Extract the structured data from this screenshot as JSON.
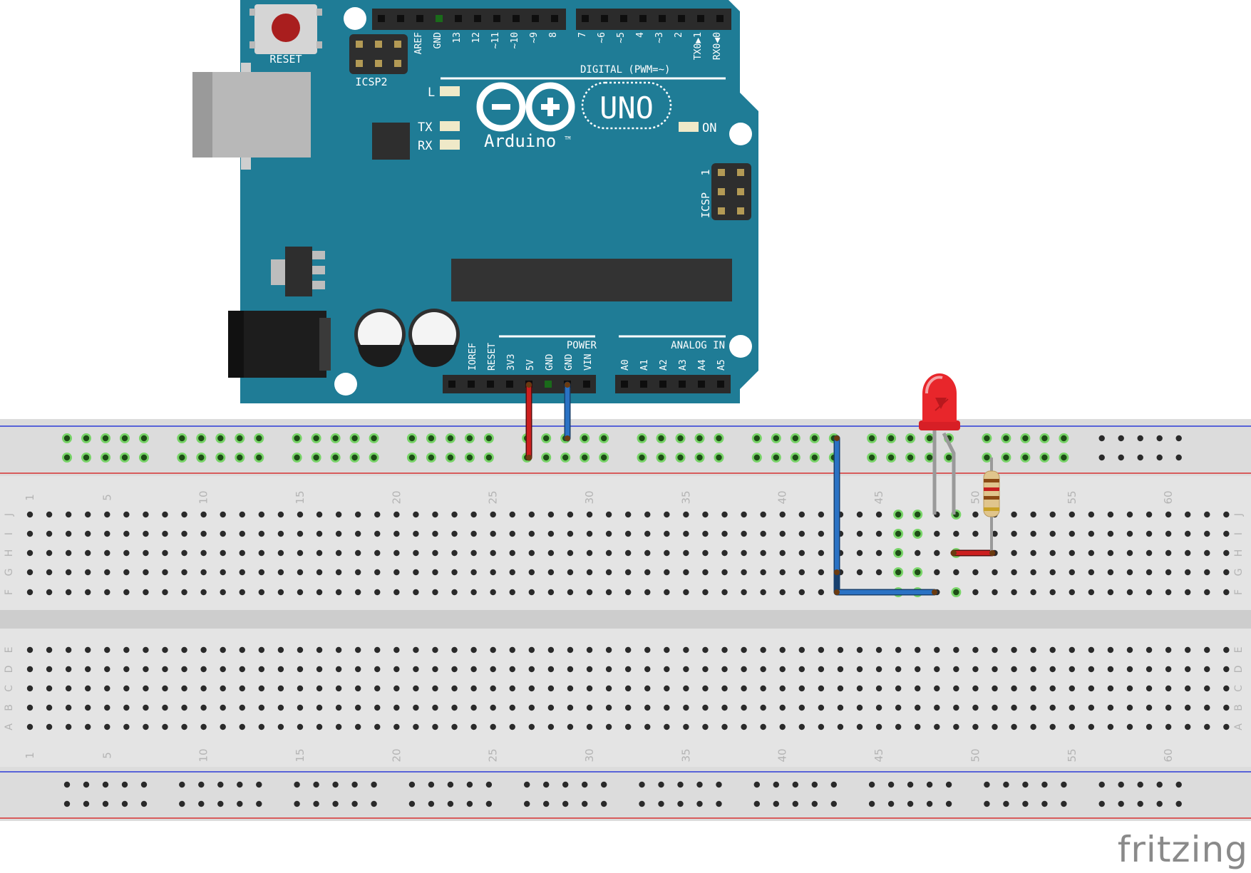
{
  "board": {
    "reset_label": "RESET",
    "icsp2_label": "ICSP2",
    "icsp_label": "ICSP",
    "icsp_pin1": "1",
    "digital_label": "DIGITAL (PWM=~)",
    "led_l": "L",
    "tx": "TX",
    "rx": "RX",
    "on": "ON",
    "uno": "UNO",
    "brand": "Arduino",
    "tm": "TM",
    "power_label": "POWER",
    "analog_label": "ANALOG IN",
    "top_pins": [
      "AREF",
      "GND",
      "13",
      "12",
      "~11",
      "~10",
      "~9",
      "8",
      "7",
      "~6",
      "~5",
      "4",
      "~3",
      "2",
      "TX0▶1",
      "RX0◀0"
    ],
    "power_pins": [
      "IOREF",
      "RESET",
      "3V3",
      "5V",
      "GND",
      "GND",
      "VIN"
    ],
    "analog_pins": [
      "A0",
      "A1",
      "A2",
      "A3",
      "A4",
      "A5"
    ]
  },
  "breadboard": {
    "column_numbers": [
      "1",
      "5",
      "10",
      "15",
      "20",
      "25",
      "30",
      "35",
      "40",
      "45",
      "50",
      "55",
      "60"
    ],
    "top_row_letters": [
      "J",
      "I",
      "H",
      "G",
      "F"
    ],
    "bottom_row_letters": [
      "E",
      "D",
      "C",
      "B",
      "A"
    ]
  },
  "colors": {
    "board": "#1f7c96",
    "wire_5v": "#cc1f1f",
    "wire_gnd": "#2a72c4",
    "led": "#e8262b",
    "connected_hole": "#5ed14a"
  },
  "watermark": "fritzing"
}
